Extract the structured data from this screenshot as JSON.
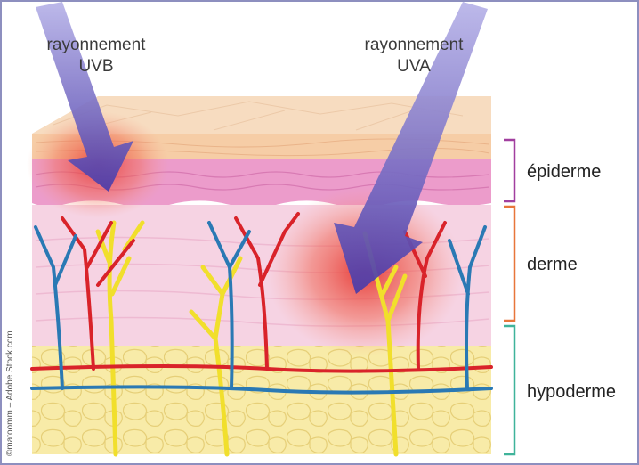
{
  "radiation": {
    "uvb_line1": "rayonnement",
    "uvb_line2": "UVB",
    "uva_line1": "rayonnement",
    "uva_line2": "UVA"
  },
  "layers": {
    "epidermis": "épiderme",
    "dermis": "derme",
    "hypodermis": "hypoderme"
  },
  "credit": "©matoomm – Adobe Stock.com",
  "colors": {
    "epidermis_bracket": "#a13f9f",
    "dermis_bracket": "#e8763a",
    "hypodermis_bracket": "#3fb39a",
    "arrow": "#5546b8",
    "artery": "#d9232a",
    "vein": "#2a79b4",
    "nerve": "#f2e232",
    "fat": "#f7e7a4"
  }
}
